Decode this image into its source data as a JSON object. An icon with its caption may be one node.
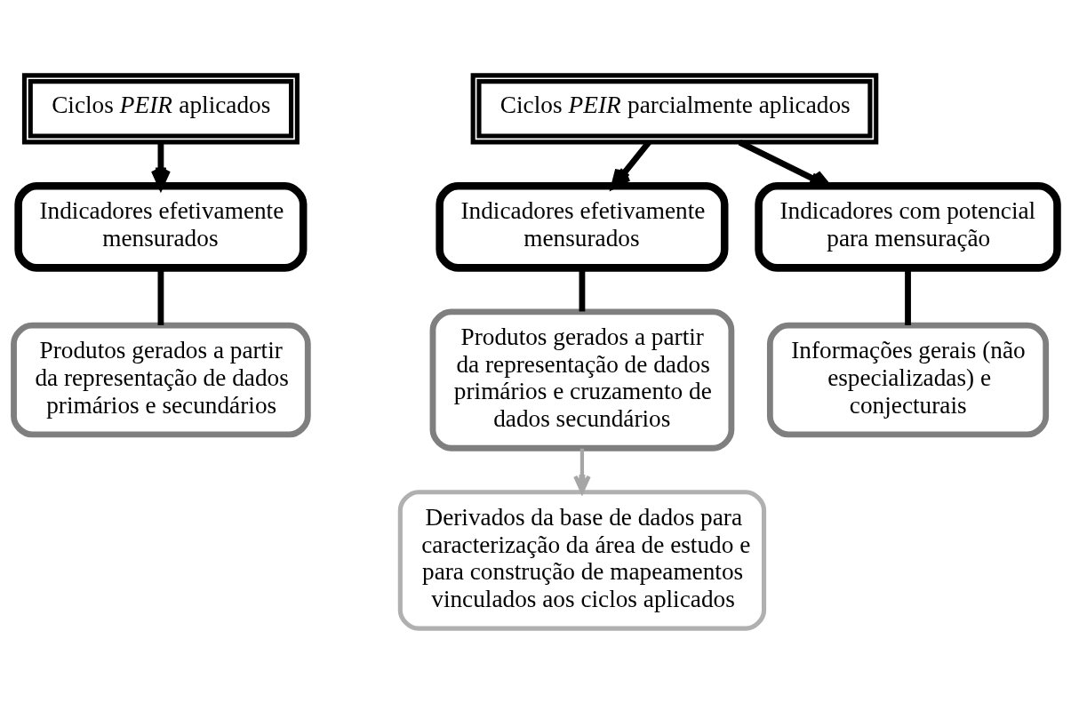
{
  "diagram": {
    "nodes": [
      {
        "text": [
          "Ciclos *PEIR* aplicados"
        ]
      },
      {
        "text": [
          "Indicadores efetivamente mensurados"
        ]
      },
      {
        "text": [
          "Produtos gerados a partir da representação de dados primários e secundários"
        ]
      },
      {
        "text": [
          "Ciclos *PEIR* parcialmente aplicados"
        ]
      },
      {
        "text": [
          "Indicadores efetivamente mensurados"
        ]
      },
      {
        "text": [
          "Indicadores com potencial para mensuração"
        ]
      },
      {
        "text": [
          "Produtos gerados a partir da representação de dados primários e cruzamento de dados secundários"
        ]
      },
      {
        "text": [
          "Informações gerais (não especializadas) e conjecturais"
        ]
      },
      {
        "text": [
          "Derivados da base de dados para caracterização da área de estudo e para construção de mapeamentos vinculados aos ciclos aplicados"
        ]
      }
    ],
    "edges": [
      {
        "from": 0,
        "to": 1,
        "arrow": "to"
      },
      {
        "from": 1,
        "to": 2,
        "arrow": "none"
      },
      {
        "from": 3,
        "to": 4,
        "arrow": "to"
      },
      {
        "from": 3,
        "to": 5,
        "arrow": "to"
      },
      {
        "from": 4,
        "to": 6,
        "arrow": "none"
      },
      {
        "from": 5,
        "to": 7,
        "arrow": "none"
      },
      {
        "from": 6,
        "to": 8,
        "arrow": "to",
        "color": "#a6a6a6"
      }
    ]
  }
}
